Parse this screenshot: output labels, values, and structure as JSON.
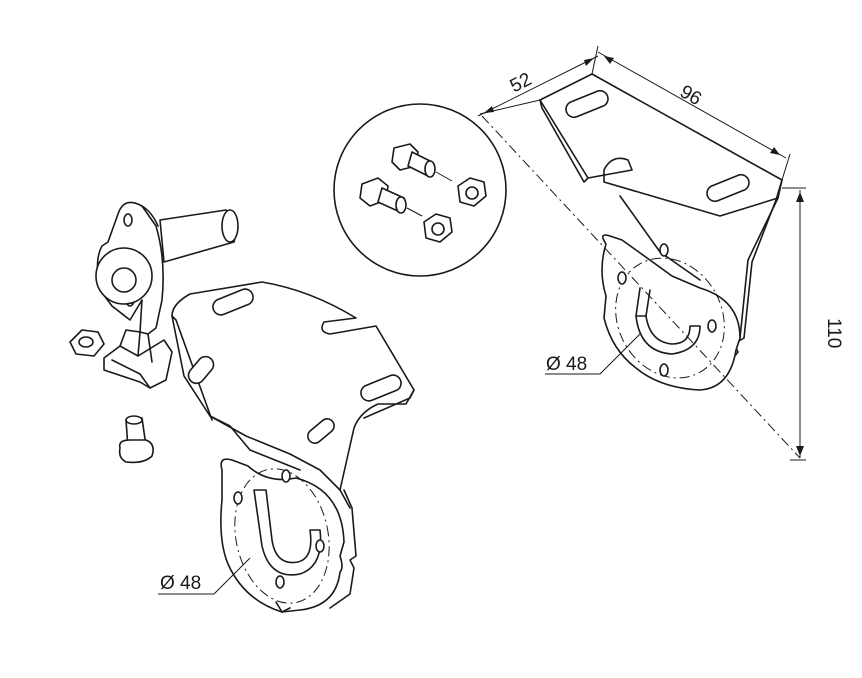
{
  "dimensions": {
    "depth": "52",
    "width": "96",
    "height": "110",
    "diameter_right": "Ø 48",
    "diameter_left": "Ø 48"
  },
  "colors": {
    "line": "#1a1a1a",
    "background": "#ffffff"
  }
}
